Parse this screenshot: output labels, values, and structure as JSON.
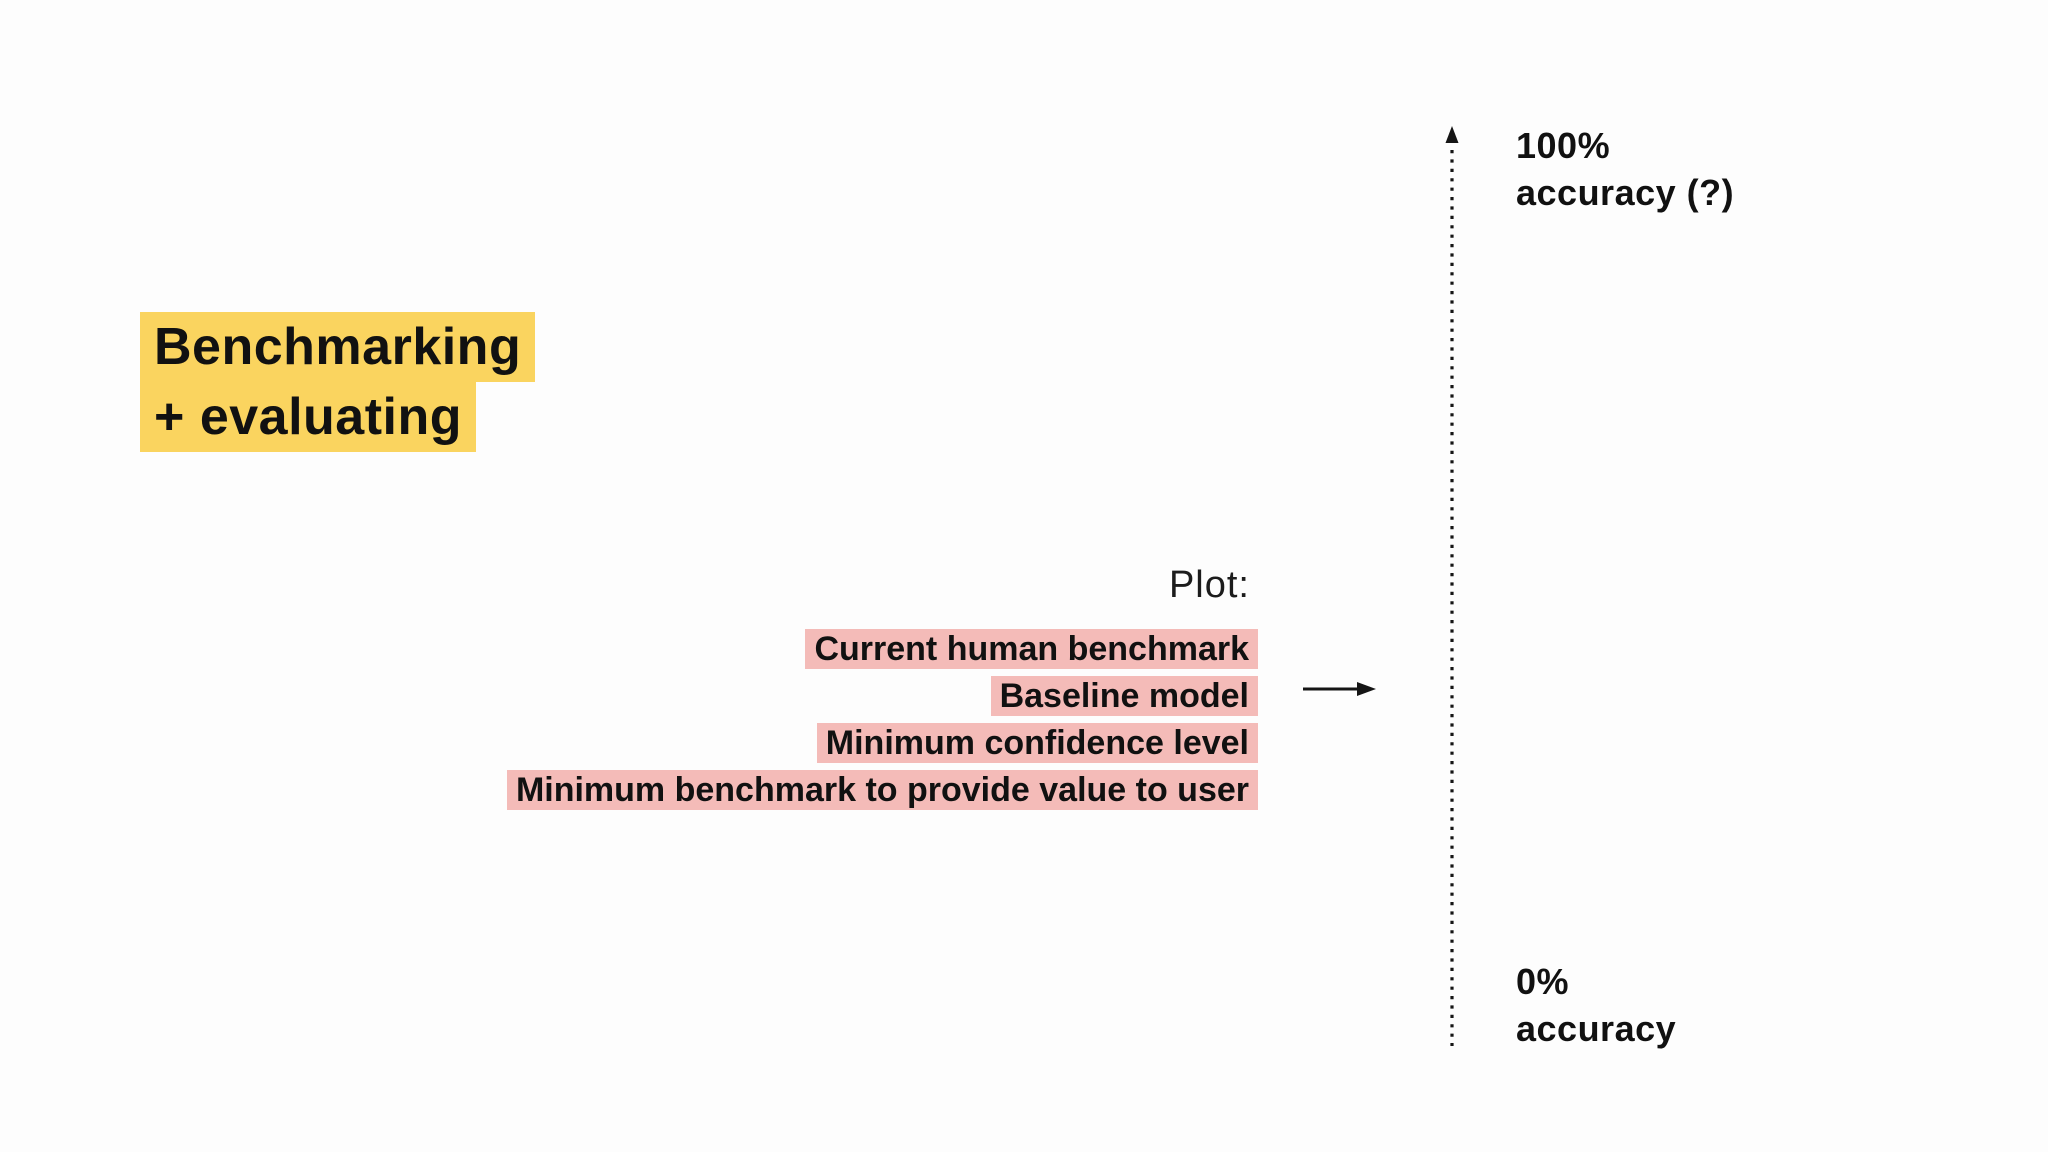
{
  "slide": {
    "title_line1": "Benchmarking",
    "title_line2": "+ evaluating",
    "plot_label": "Plot:",
    "plot_items": [
      "Current human benchmark",
      "Baseline model",
      "Minimum confidence level",
      "Minimum benchmark to provide value to user"
    ],
    "axis": {
      "top_label_line1": "100%",
      "top_label_line2": "accuracy (?)",
      "bottom_label_line1": "0%",
      "bottom_label_line2": "accuracy"
    },
    "colors": {
      "title_highlight": "#FAD45F",
      "item_highlight": "#F4BBB8",
      "text": "#111111",
      "background": "#FDFDFD",
      "axis_stroke": "#151515"
    }
  }
}
